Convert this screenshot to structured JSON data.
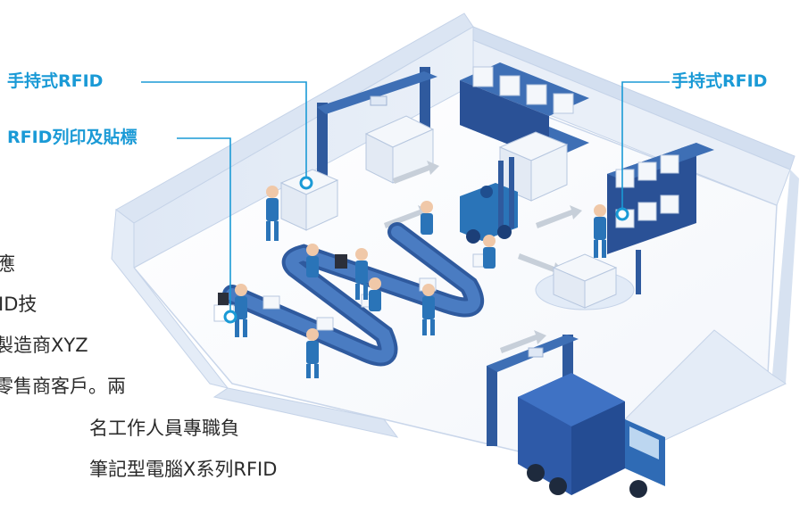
{
  "callouts": {
    "left_handheld": "手持式RFID",
    "left_print_label": "RFID列印及貼標",
    "right_handheld": "手持式RFID"
  },
  "body_text": [
    "應",
    "ID技",
    "製造商XYZ",
    "零售商客戶。兩",
    "名工作人員專職負",
    "筆記型電腦X系列RFID"
  ],
  "colors": {
    "accent": "#1a9ad6",
    "text": "#2b2b2b",
    "wall": "#e6eef8",
    "floor": "#ffffff",
    "conveyor": "#2f5a9e",
    "worker": "#2a74b8",
    "truck_cab": "#2f6bb5",
    "truck_box": "#2e5aa8"
  }
}
